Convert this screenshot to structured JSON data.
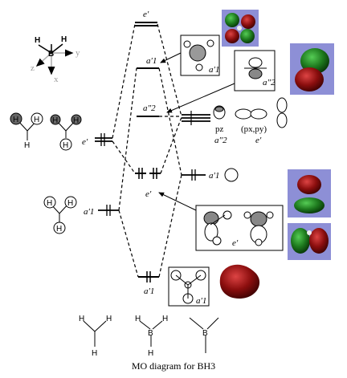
{
  "caption": "MO diagram for BH3",
  "axes": {
    "x": "x",
    "y": "y",
    "z": "z"
  },
  "atoms": {
    "B": "B",
    "H": "H"
  },
  "mo_levels": {
    "top": "e′",
    "a1_upper": "a′1",
    "a2_dbl": "a″2",
    "e_bond": "e′",
    "a1_lower": "a′1"
  },
  "boron_orbitals": {
    "a1": "a′1",
    "pz": "pz",
    "pz_sym": "a″2",
    "pxy": "(px,py)",
    "pxy_sym": "e′"
  },
  "ligand_groups": {
    "e": "e′",
    "a1": "a′1"
  },
  "inset_labels": {
    "a1_top": "a′1",
    "a2": "a″2",
    "e_lower": "e′",
    "a1_bottom": "a′1"
  },
  "colors": {
    "red_lobe": "#8b0e0e",
    "green_lobe": "#1e7a1e",
    "panel_bg": "#8d8fd6"
  }
}
